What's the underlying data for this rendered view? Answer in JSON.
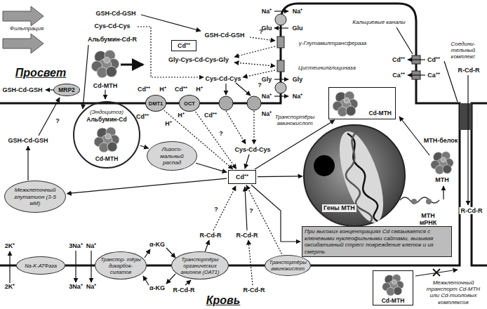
{
  "diagram": {
    "nodes": [
      {
        "text": [
          "MRP2"
        ]
      },
      {
        "text": [
          "(Эндоцитоз)",
          "Альбумин-Cd",
          "Cd-MTH"
        ]
      },
      {
        "text": [
          "DMT1"
        ]
      },
      {
        "text": [
          "OCT"
        ]
      },
      {
        "text": [
          "Cd⁺⁺"
        ]
      },
      {
        "text": [
          "Cd-MTH"
        ]
      },
      {
        "text": [
          "Лизосо- мальный распад"
        ]
      },
      {
        "text": [
          "Cd⁺⁺"
        ]
      },
      {
        "text": [
          "Гены МТН"
        ]
      },
      {
        "text": [
          "Межклеточный глутатион (3-5 мМ)"
        ]
      },
      {
        "text": [
          "При высоких концентрациях Cd связывается с ключевыми нуклеофильными сайтами, вызывая оксидативный стресс повреждение клеток и их смерть"
        ]
      },
      {
        "text": [
          "Na-K-АТФаза"
        ]
      },
      {
        "text": [
          "Транспор- тёры дикарбок- силатов"
        ]
      },
      {
        "text": [
          "Транспортёры органических анионов (OAT1)"
        ]
      },
      {
        "text": [
          "Транспортёры аминокислот"
        ]
      },
      {
        "text": [
          "Cd-MTH"
        ]
      }
    ],
    "edges": [
      {
        "from": 1,
        "to": 6,
        "arrow": "to"
      },
      {
        "from": 6,
        "to": 7,
        "arrow": "to"
      },
      {
        "from": 2,
        "to": 7,
        "arrow": "to"
      },
      {
        "from": 3,
        "to": 7,
        "arrow": "to"
      },
      {
        "from": 7,
        "to": 9,
        "arrow": "to"
      },
      {
        "from": 7,
        "to": 8,
        "arrow": "to"
      },
      {
        "from": 7,
        "to": 10,
        "arrow": "to"
      },
      {
        "from": 7,
        "to": 5,
        "arrow": "to"
      },
      {
        "from": 14,
        "to": 7,
        "arrow": "to"
      }
    ],
    "labels": [
      "Фильтрация",
      "GSH-Cd-GSH",
      "Cys-Cd-Cys",
      "Альбумин-Cd-R",
      "Cd-MTH",
      "Просвет",
      "GSH-Cd-GSH",
      "Gly-Cys-Cd-Cys-Gly",
      "Cys-Cd-Cys",
      "Na⁺",
      "Glu",
      "Na⁺",
      "Glu",
      "γ-Глутамилтрансфераза",
      "Цистеинилглициназа",
      "Gly",
      "Gly",
      "Na⁺",
      "Na⁺",
      "Кальциевые каналы",
      "Cd⁺⁺",
      "Ca⁺⁺",
      "Cd⁺⁺",
      "Ca⁺⁺",
      "Соедини- тельный комплекс",
      "R-Cd-R",
      "GSH-Cd-GSH",
      "Cd⁺⁺",
      "H⁺",
      "Cd⁺⁺",
      "H⁺",
      "Cd⁺⁺",
      "H⁺",
      "H⁺",
      "Cd⁺⁺",
      "Na⁺",
      "Транспортёры аминокислот",
      "Cys-Cd-Cys",
      "GSH-Cd-GSH",
      "МТН мРНК",
      "МТН-белок",
      "МТН",
      "R-Cd-R",
      "2K⁺",
      "3Na⁺",
      "Na⁺",
      "α-KG",
      "R-Cd-R",
      "R-Cd-R",
      "2K⁺",
      "3Na⁺",
      "Na⁺",
      "α-KG",
      "R-Cd-R",
      "R-Cd-R",
      "Межклеточный транспорт Cd-MTH или Cd-тиоловых комплексов",
      "Кровь",
      "?",
      "?",
      "?",
      "?",
      "?",
      "?"
    ]
  }
}
